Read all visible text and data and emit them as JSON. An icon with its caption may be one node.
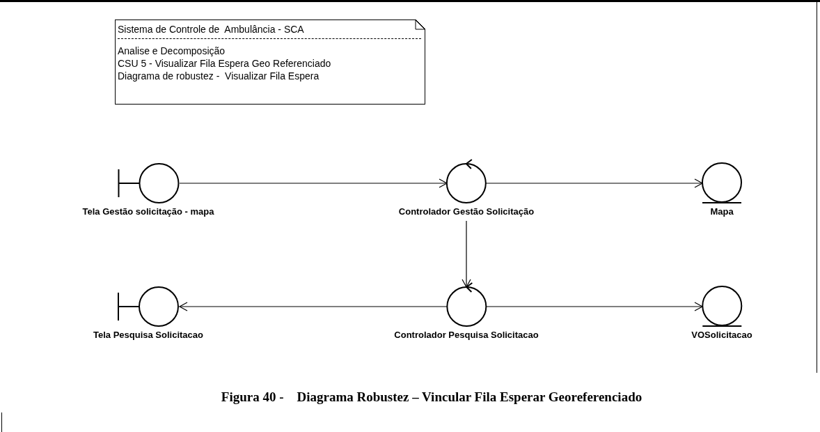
{
  "diagram": {
    "caption": "Figura 40 -    Diagrama Robustez – Vincular Fila Esperar Georeferenciado",
    "nodes": [
      {
        "text": [
          "Sistema de Controle de  Ambulância - SCA",
          "Analise e Decomposição",
          "CSU 5 - Visualizar Fila Espera Geo Referenciado",
          "Diagrama de robustez -  Visualizar Fila Espera"
        ]
      },
      {
        "text": [
          "Tela Gestão solicitação - mapa"
        ]
      },
      {
        "text": [
          "Controlador Gestão Solicitação"
        ]
      },
      {
        "text": [
          "Mapa"
        ]
      },
      {
        "text": [
          "Tela Pesquisa Solicitacao"
        ]
      },
      {
        "text": [
          "Controlador Pesquisa Solicitacao"
        ]
      },
      {
        "text": [
          "VOSolicitacao"
        ]
      }
    ],
    "edges": [
      {
        "from": 1,
        "to": 2,
        "arrow": "to"
      },
      {
        "from": 2,
        "to": 3,
        "arrow": "to"
      },
      {
        "from": 2,
        "to": 5,
        "arrow": "to"
      },
      {
        "from": 5,
        "to": 4,
        "arrow": "to"
      },
      {
        "from": 5,
        "to": 6,
        "arrow": "to"
      }
    ]
  }
}
